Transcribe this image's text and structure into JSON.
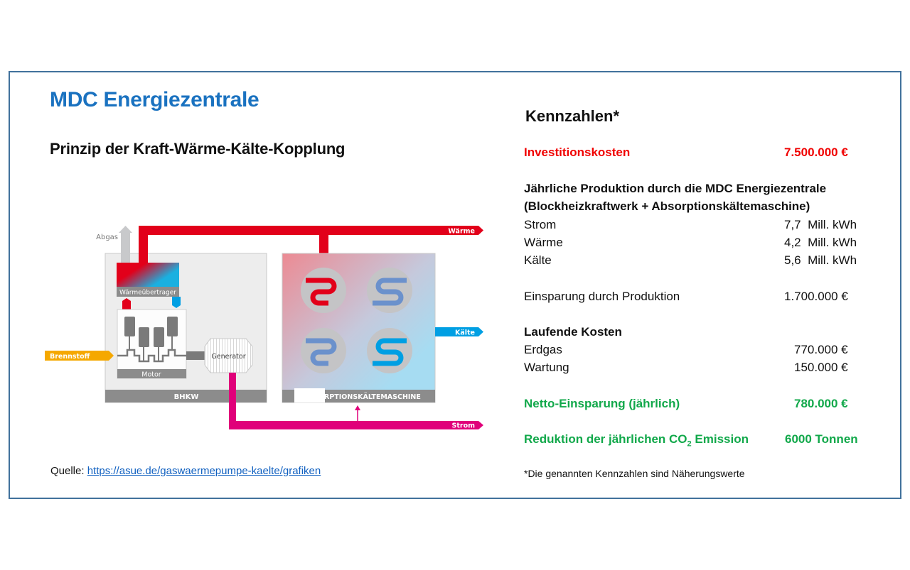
{
  "header": {
    "title": "MDC Energiezentrale",
    "subtitle": "Prinzip der Kraft-Wärme-Kälte-Kopplung"
  },
  "source": {
    "label": "Quelle:",
    "link_text": "https://asue.de/gaswaermepumpe-kaelte/grafiken"
  },
  "diagram": {
    "labels": {
      "abgas": "Abgas",
      "waerme_out": "Wärme",
      "waermeuebertrager": "Wärmeübertrager",
      "brennstoff": "Brennstoff",
      "motor": "Motor",
      "generator": "Generator",
      "bhkw": "BHKW",
      "absorption": "RPTIONSKÄLTEMASCHINE",
      "kaelte_out": "Kälte",
      "strom_out": "Strom"
    },
    "colors": {
      "heat": "#e2001a",
      "cold": "#009fe3",
      "fuel": "#f5a800",
      "power": "#e0007a",
      "exhaust": "#c8c9cb",
      "panel": "#ededed",
      "bar": "#8c8c8c"
    }
  },
  "kennzahlen": {
    "title": "Kennzahlen*",
    "investition": {
      "label": "Investitionskosten",
      "value": "7.500.000 €"
    },
    "produktion_heading_1": "Jährliche Produktion durch die MDC Energiezentrale",
    "produktion_heading_2": "(Blockheizkraftwerk + Absorptionskältemaschine)",
    "produktion": [
      {
        "label": "Strom",
        "value": "7,7",
        "unit": "Mill. kWh"
      },
      {
        "label": "Wärme",
        "value": "4,2",
        "unit": "Mill. kWh"
      },
      {
        "label": "Kälte",
        "value": "5,6",
        "unit": "Mill. kWh"
      }
    ],
    "einsparung": {
      "label": "Einsparung durch Produktion",
      "value": "1.700.000 €"
    },
    "laufende_kosten_heading": "Laufende Kosten",
    "laufende_kosten": [
      {
        "label": "Erdgas",
        "value": "770.000 €"
      },
      {
        "label": "Wartung",
        "value": "150.000 €"
      }
    ],
    "netto": {
      "label": "Netto-Einsparung (jährlich)",
      "value": "780.000 €"
    },
    "co2": {
      "label_pre": "Reduktion der jährlichen CO",
      "label_sub": "2",
      "label_post": " Emission",
      "value": "6000 Tonnen"
    },
    "footnote": "*Die genannten Kennzahlen sind Näherungswerte"
  }
}
